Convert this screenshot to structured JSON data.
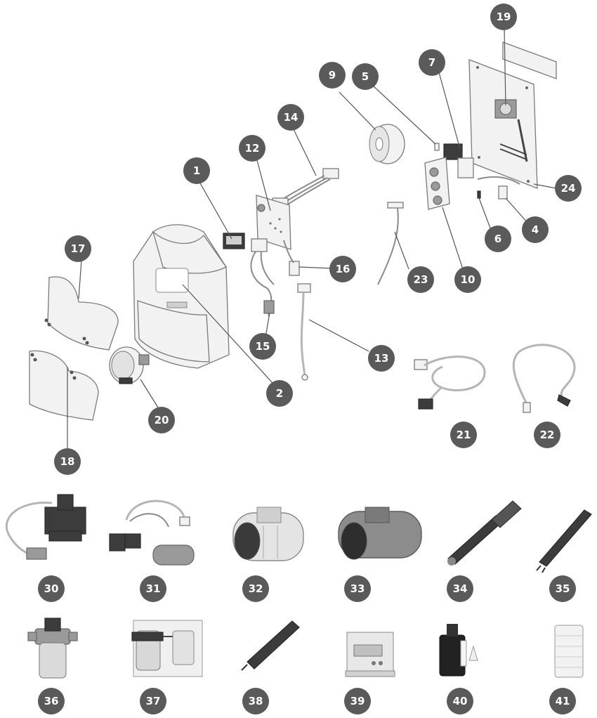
{
  "colors": {
    "badge_fill": "#5a5a5a",
    "badge_text": "#ffffff",
    "line": "#555555"
  },
  "badges": {
    "b1": "1",
    "b2": "2",
    "b4": "4",
    "b5": "5",
    "b6": "6",
    "b7": "7",
    "b9": "9",
    "b10": "10",
    "b12": "12",
    "b13": "13",
    "b14": "14",
    "b15": "15",
    "b16": "16",
    "b17": "17",
    "b18": "18",
    "b19": "19",
    "b20": "20",
    "b21": "21",
    "b22": "22",
    "b23": "23",
    "b24": "24",
    "b30": "30",
    "b31": "31",
    "b32": "32",
    "b33": "33",
    "b34": "34",
    "b35": "35",
    "b36": "36",
    "b37": "37",
    "b38": "38",
    "b39": "39",
    "b40": "40",
    "b41": "41"
  }
}
